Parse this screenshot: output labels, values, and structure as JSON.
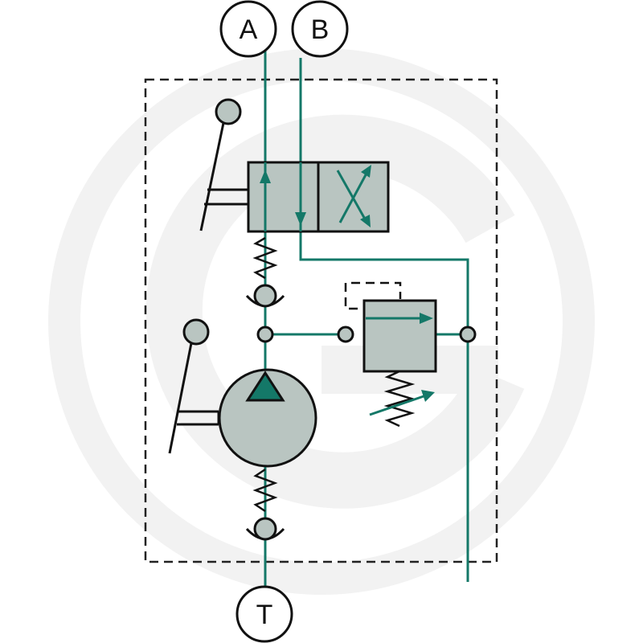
{
  "ports": {
    "a": {
      "label": "A"
    },
    "b": {
      "label": "B"
    },
    "t": {
      "label": "T"
    }
  },
  "colors": {
    "line": "#147868",
    "component_fill": "#b9c5c1",
    "outline": "#111111",
    "boundary": "#222222",
    "watermark": "#f2f2f2",
    "background": "#ffffff"
  },
  "components": [
    "directional-control-valve",
    "hand-lever",
    "check-valve",
    "hand-pump",
    "pressure-relief-valve",
    "adjustable-spring"
  ]
}
